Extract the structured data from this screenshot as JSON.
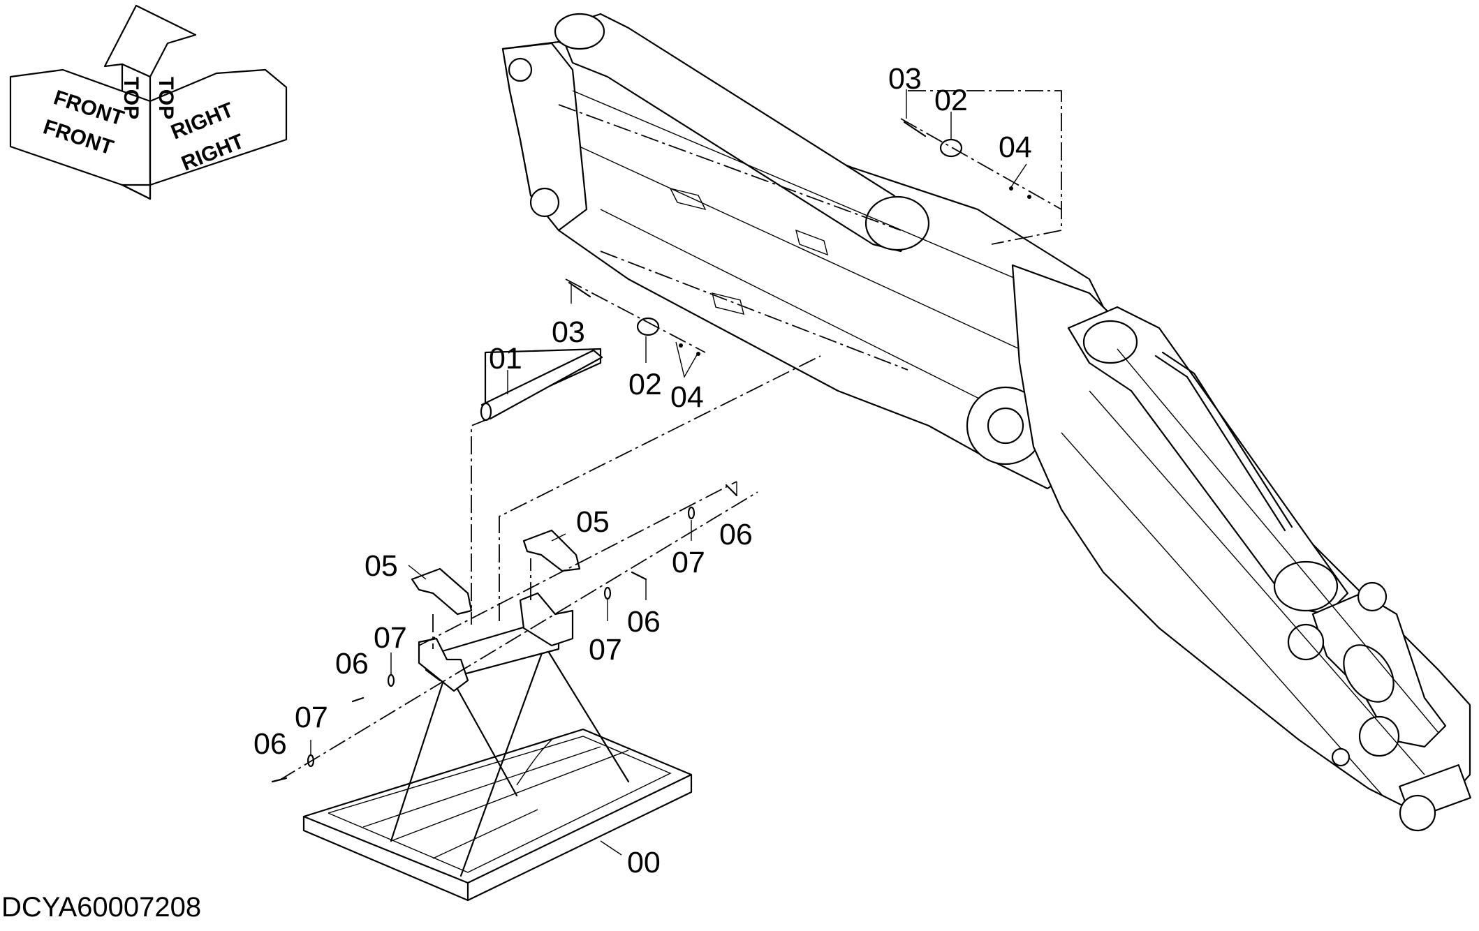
{
  "drawing": {
    "code": "DCYA60007208",
    "orientation": {
      "top_label": "TOP",
      "front_label": "FRONT",
      "right_label": "RIGHT"
    },
    "callouts": [
      {
        "id": "00",
        "text": "00"
      },
      {
        "id": "01",
        "text": "01"
      },
      {
        "id": "02-lower",
        "text": "02"
      },
      {
        "id": "02-upper",
        "text": "02"
      },
      {
        "id": "03-lower",
        "text": "03"
      },
      {
        "id": "03-upper",
        "text": "03"
      },
      {
        "id": "04-lower",
        "text": "04"
      },
      {
        "id": "04-upper",
        "text": "04"
      },
      {
        "id": "05-left",
        "text": "05"
      },
      {
        "id": "05-right",
        "text": "05"
      },
      {
        "id": "06-a",
        "text": "06"
      },
      {
        "id": "06-b",
        "text": "06"
      },
      {
        "id": "06-c",
        "text": "06"
      },
      {
        "id": "06-d",
        "text": "06"
      },
      {
        "id": "07-a",
        "text": "07"
      },
      {
        "id": "07-b",
        "text": "07"
      },
      {
        "id": "07-c",
        "text": "07"
      },
      {
        "id": "07-d",
        "text": "07"
      }
    ]
  }
}
